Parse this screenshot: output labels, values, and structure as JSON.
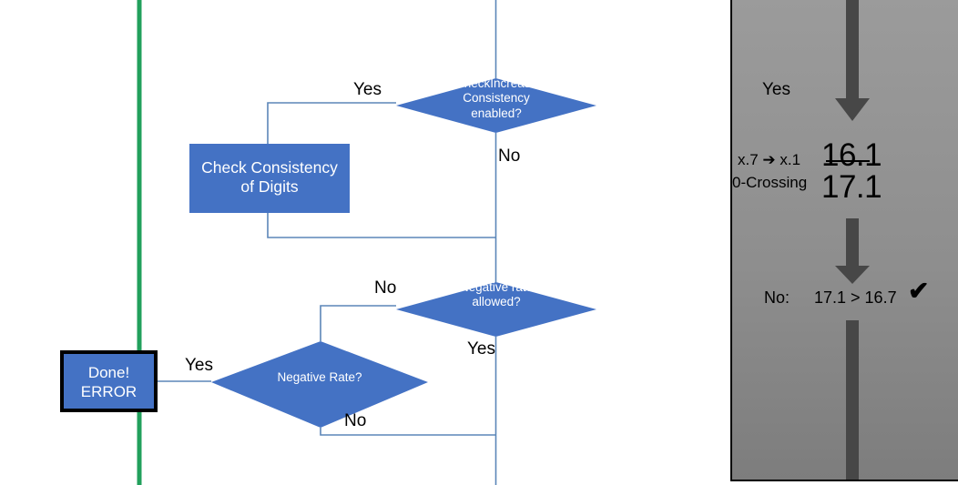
{
  "colors": {
    "node_fill": "#4472c4",
    "connector": "#5b86b8",
    "green_divider": "#22a05c",
    "arrow_gray": "#474747",
    "panel_top": "#9b9b9b",
    "panel_bottom": "#7d7d7d",
    "node_text": "#ffffff",
    "label_text": "#000000"
  },
  "flowchart": {
    "nodes": [
      {
        "id": "check-increase-consistency-enabled",
        "shape": "decision",
        "label": "CheckIncrease\nConsistency\nenabled?"
      },
      {
        "id": "check-consistency-of-digits",
        "shape": "process",
        "label": "Check Consistency\nof Digits"
      },
      {
        "id": "negative-rate-allowed",
        "shape": "decision",
        "label": "Negative rate\nallowed?"
      },
      {
        "id": "negative-rate",
        "shape": "decision",
        "label": "Negative Rate?"
      },
      {
        "id": "done-error",
        "shape": "terminator",
        "label": "Done!\nERROR"
      }
    ],
    "edge_labels": {
      "checkincrease_yes": "Yes",
      "checkincrease_no": "No",
      "negative_rate_allowed_no": "No",
      "negative_rate_allowed_yes": "Yes",
      "negative_rate_no": "No",
      "negative_rate_yes": "Yes"
    }
  },
  "side_panel": {
    "branch_label": "Yes",
    "transform_label": "x.7 ➔ x.1",
    "crossing_label": "0-Crossing",
    "value_struck": "16.1",
    "value_new": "17.1",
    "result_prefix": "No:",
    "comparison": "17.1 > 16.7",
    "check_mark": "✔"
  }
}
